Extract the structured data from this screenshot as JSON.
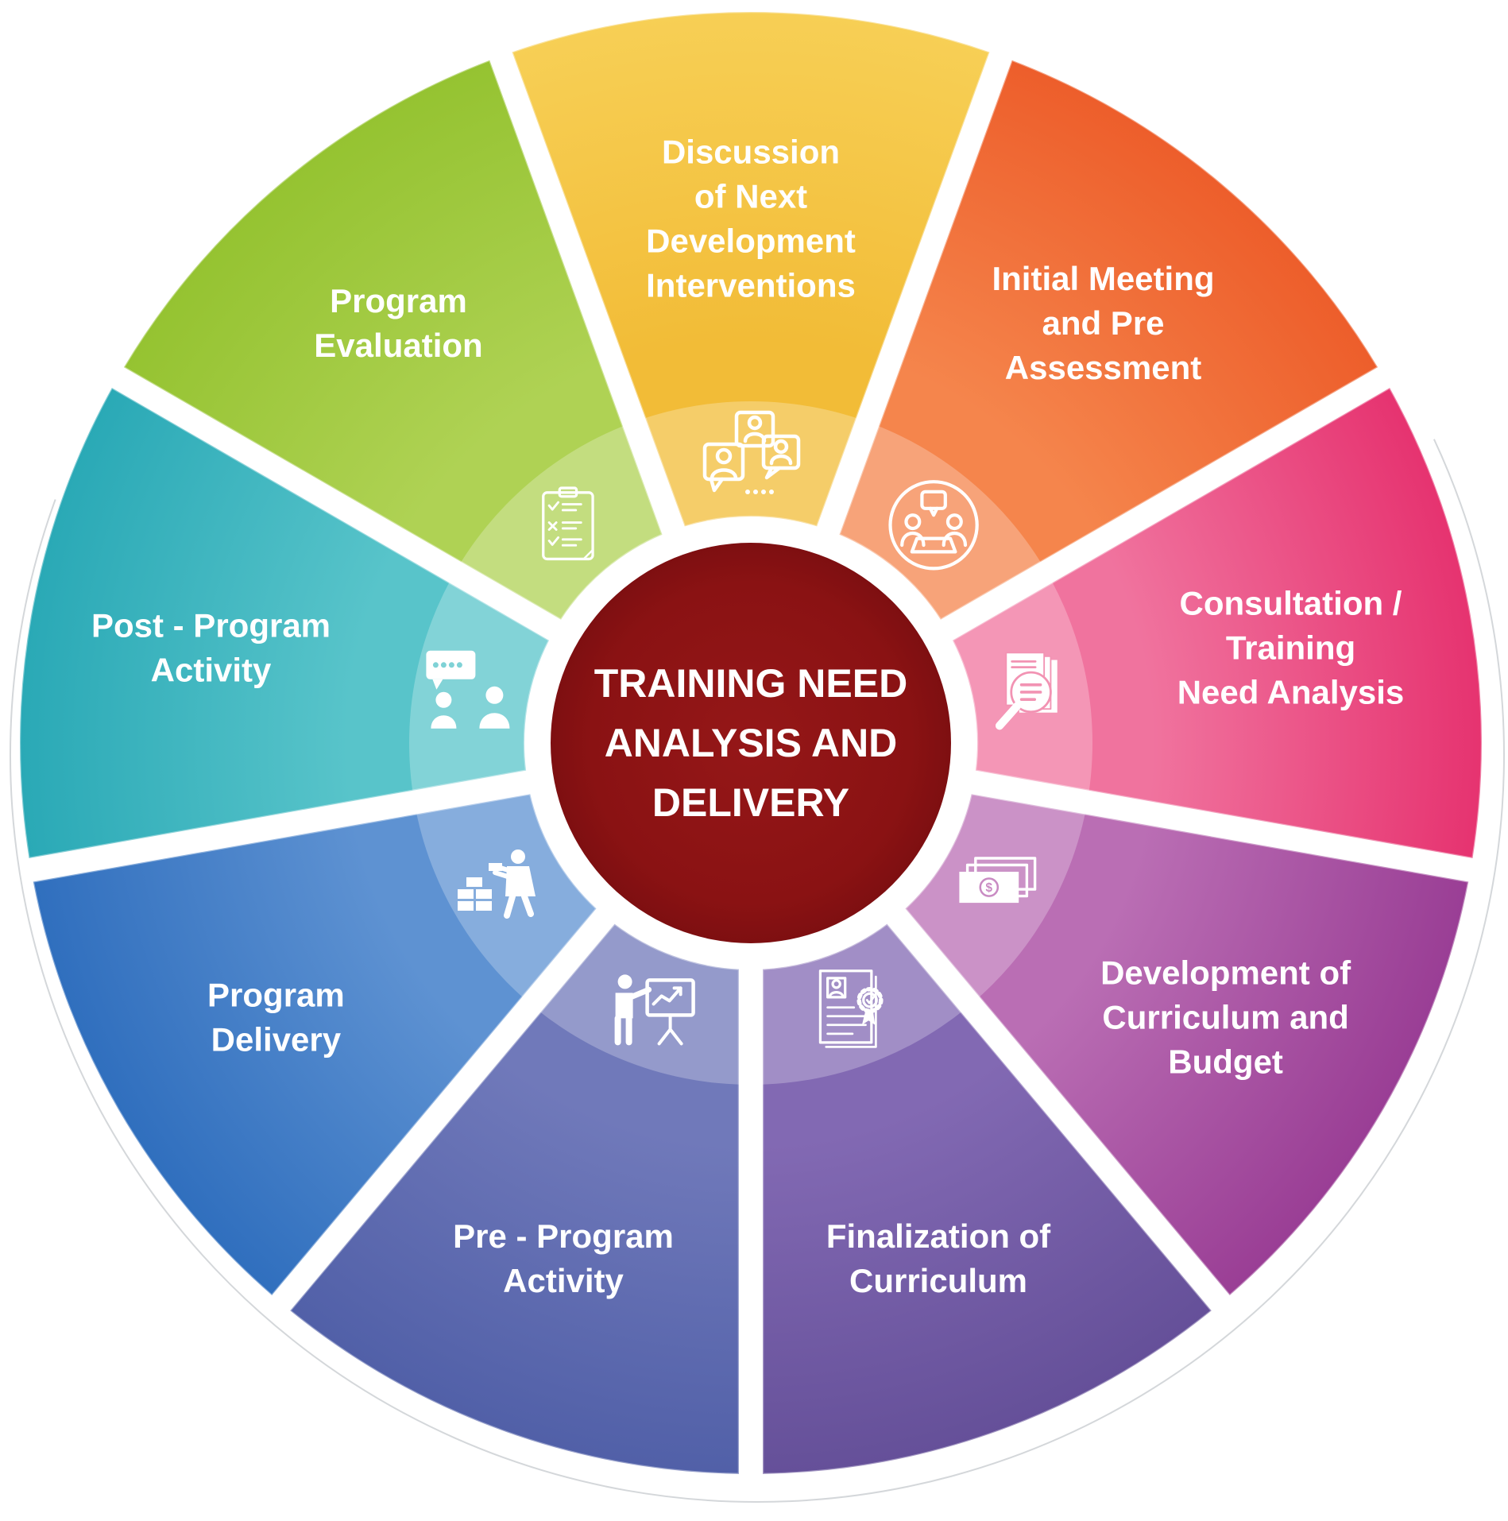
{
  "diagram": {
    "title": "Training Need Analysis and Delivery wheel",
    "center": {
      "lines": [
        "TRAINING NEED",
        "ANALYSIS AND",
        "DELIVERY"
      ],
      "bg_inner": "#951718",
      "bg_mid": "#8A1213",
      "bg_outer": "#7E0F11",
      "text_color": "#FFFFFF"
    },
    "band_overlay_color": "#FFFFFF",
    "shadow_ring_color": "#C9CDD1",
    "segments": [
      {
        "label": "Discussion of Next Development Interventions",
        "lines": [
          "Discussion",
          "of Next",
          "Development",
          "Interventions"
        ],
        "color_inner": "#F2BC37",
        "color_outer": "#F7CF55",
        "icon": "chat-people",
        "icon_accent": "#F8DC8A"
      },
      {
        "label": "Initial Meeting and Pre Assessment",
        "lines": [
          "Initial Meeting",
          "and Pre",
          "Assessment"
        ],
        "color_inner": "#F5854C",
        "color_outer": "#ED5E2B",
        "icon": "meeting",
        "icon_accent": "#F7AA80"
      },
      {
        "label": "Consultation / Training Need Analysis",
        "lines": [
          "Consultation /",
          "Training",
          "Need Analysis"
        ],
        "color_inner": "#F0739E",
        "color_outer": "#E63370",
        "icon": "doc-search",
        "icon_accent": "#F293B3"
      },
      {
        "label": "Development of Curriculum and Budget",
        "lines": [
          "Development of",
          "Curriculum and",
          "Budget"
        ],
        "color_inner": "#BA6EB4",
        "color_outer": "#9A3E95",
        "icon": "money",
        "icon_accent": "#C98BC3"
      },
      {
        "label": "Finalization of Curriculum",
        "lines": [
          "Finalization of",
          "Curriculum"
        ],
        "color_inner": "#8269B3",
        "color_outer": "#655099",
        "icon": "certificate",
        "icon_accent": "#A393CC"
      },
      {
        "label": "Pre - Program Activity",
        "lines": [
          "Pre - Program",
          "Activity"
        ],
        "color_inner": "#7079BA",
        "color_outer": "#5160A8",
        "icon": "presentation",
        "icon_accent": "#98A0D0"
      },
      {
        "label": "Program Delivery",
        "lines": [
          "Program",
          "Delivery"
        ],
        "color_inner": "#5E92D2",
        "color_outer": "#306FBE",
        "icon": "builder",
        "icon_accent": "#8FB0DF"
      },
      {
        "label": "Post - Program Activity",
        "lines": [
          "Post - Program",
          "Activity"
        ],
        "color_inner": "#58C4CA",
        "color_outer": "#2AA9B6",
        "icon": "talk-people",
        "icon_accent": "#7FD2D6"
      },
      {
        "label": "Program Evaluation",
        "lines": [
          "Program",
          "Evaluation"
        ],
        "color_inner": "#AFD254",
        "color_outer": "#95C331",
        "icon": "checklist",
        "icon_accent": "#C8E18A"
      }
    ]
  }
}
